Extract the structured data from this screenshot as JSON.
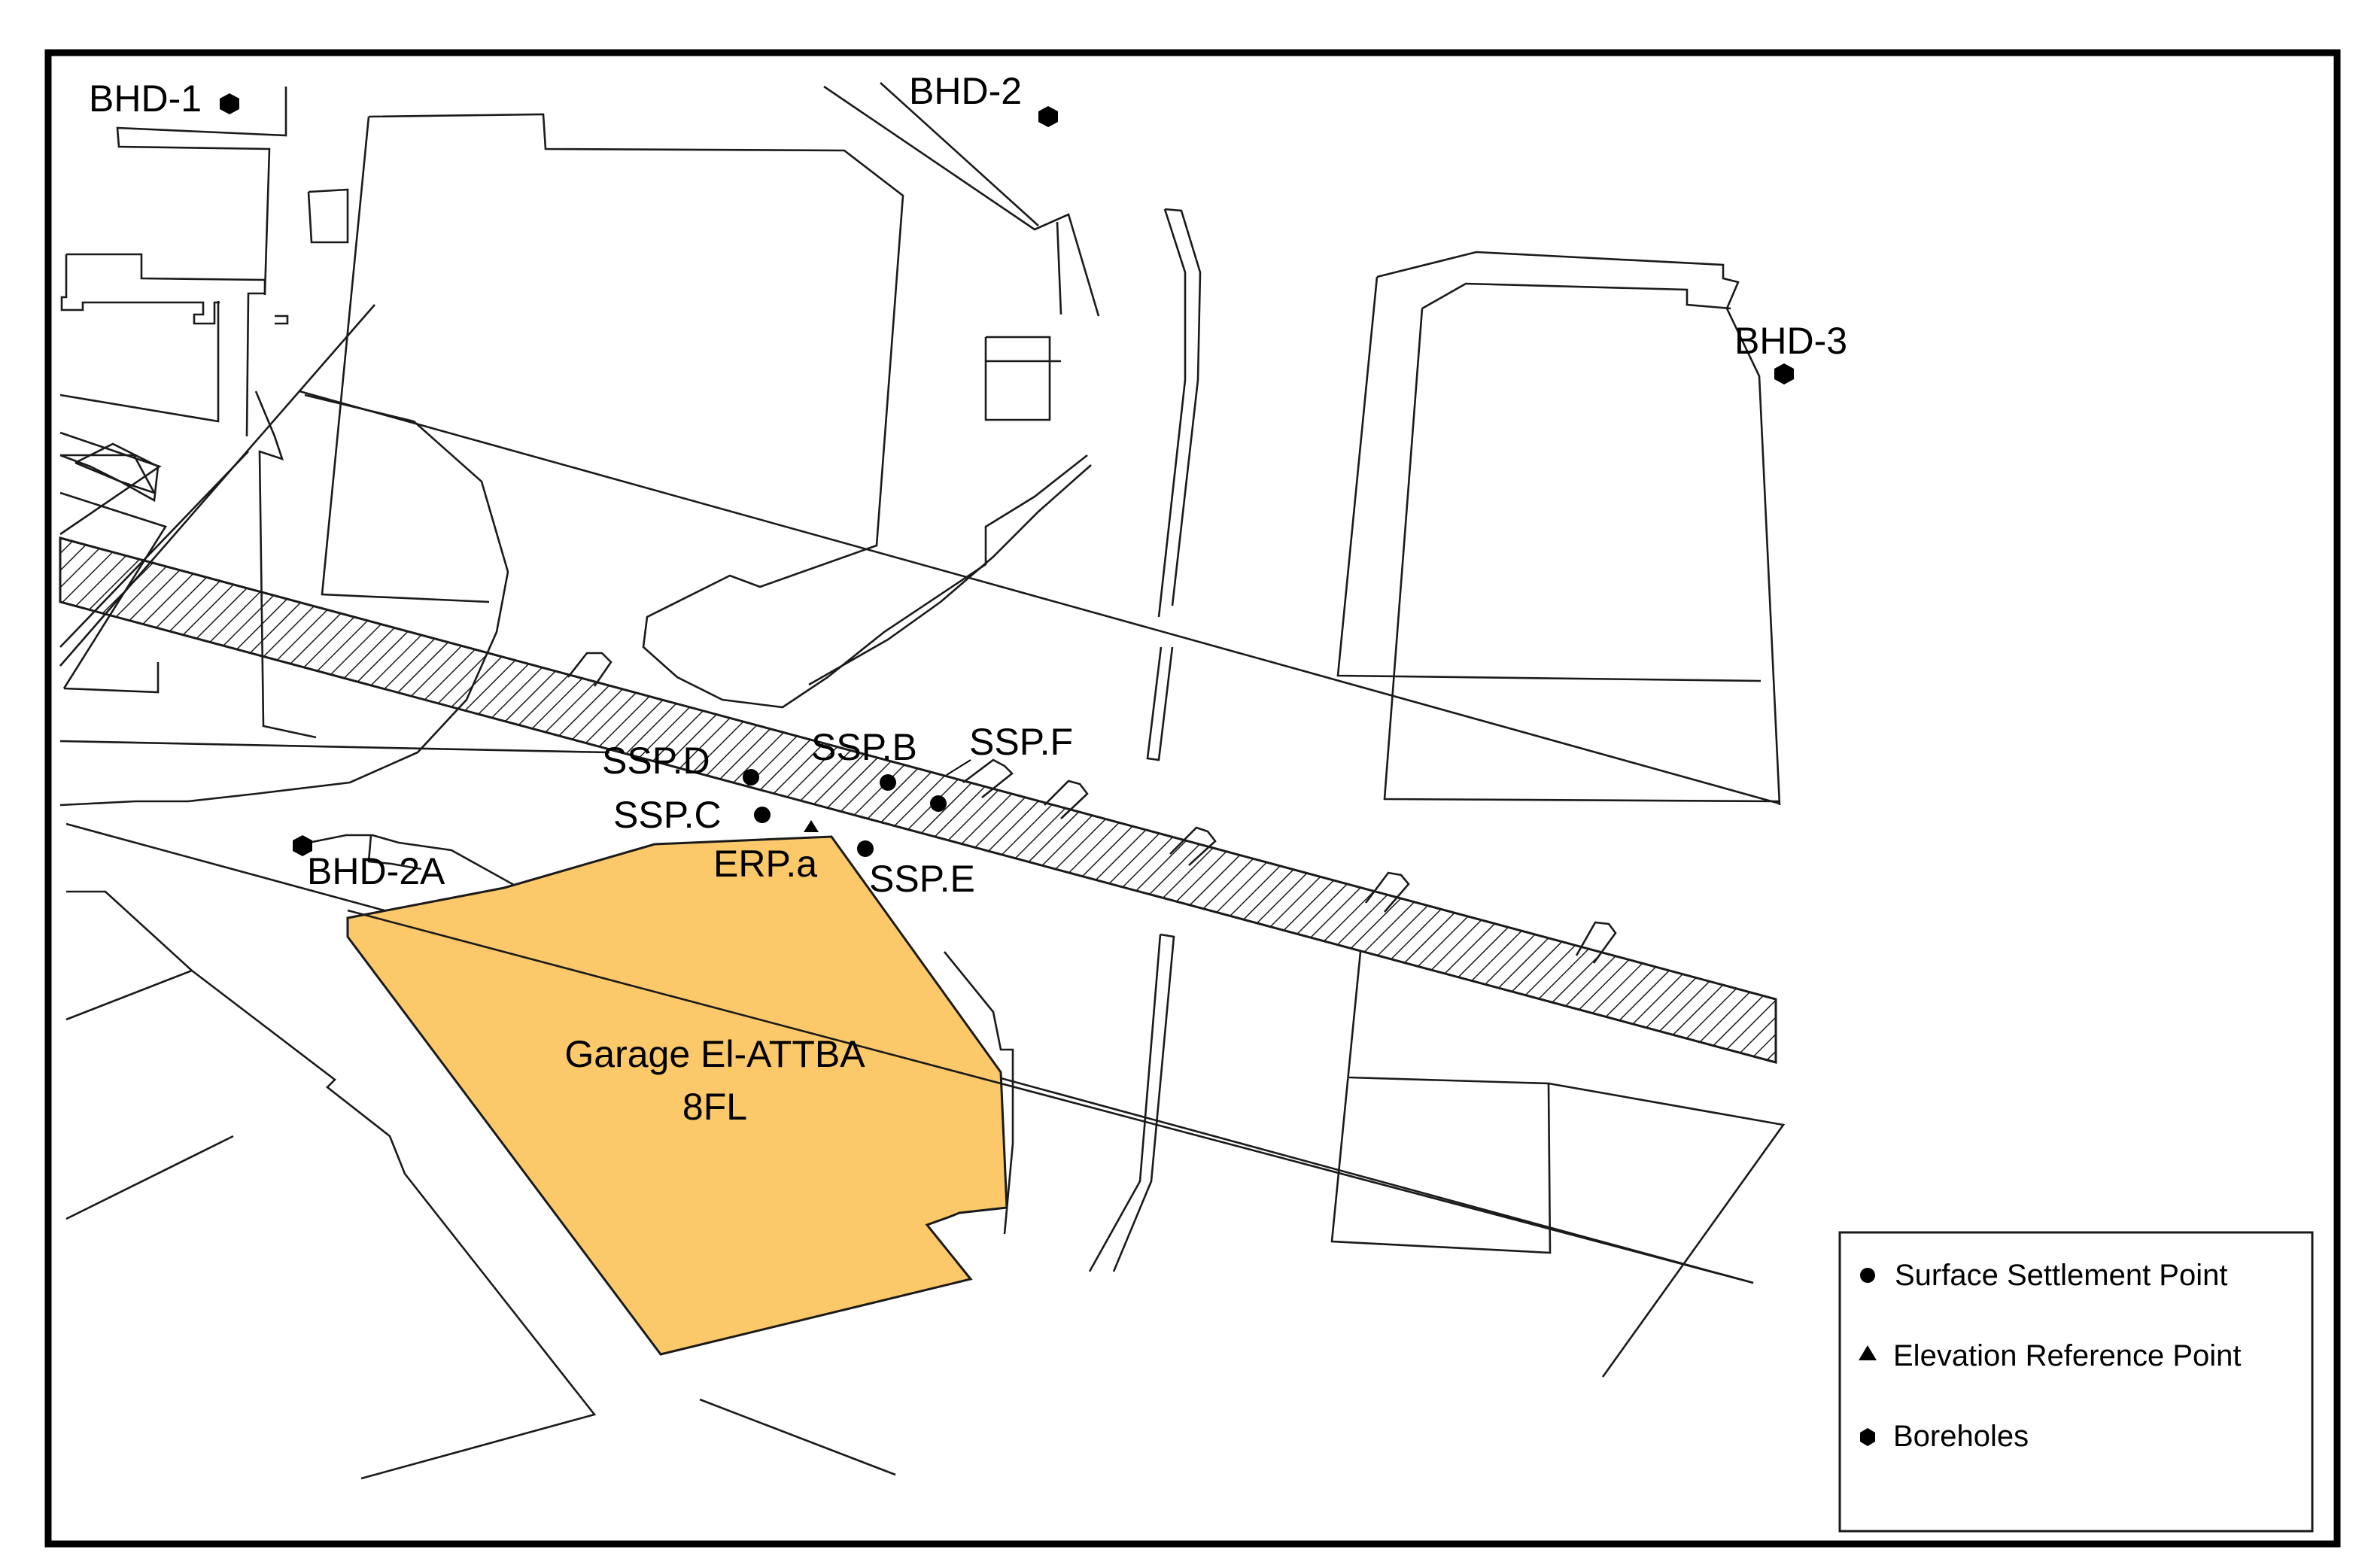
{
  "map": {
    "boreholes": [
      "BHD-1",
      "BHD-2",
      "BHD-3",
      "BHD-2A"
    ],
    "surface_settlement_points": [
      "SSP.D",
      "SSP.B",
      "SSP.F",
      "SSP.C",
      "SSP.E"
    ],
    "elevation_reference_points": [
      "ERP.a"
    ],
    "building": {
      "name_line1": "Garage El-ATTBA",
      "name_line2": "8FL",
      "fill_color": "#fbc96a"
    },
    "tunnel_pattern": "diagonal-hatch"
  },
  "legend": {
    "items": [
      {
        "symbol": "circle",
        "label": "Surface Settlement Point"
      },
      {
        "symbol": "triangle",
        "label": "Elevation Reference Point"
      },
      {
        "symbol": "hexagon",
        "label": "Boreholes"
      }
    ]
  },
  "colors": {
    "frame": "#000000",
    "lines": "#1a1a1a",
    "building_fill": "#fbc96a",
    "background": "#ffffff"
  }
}
